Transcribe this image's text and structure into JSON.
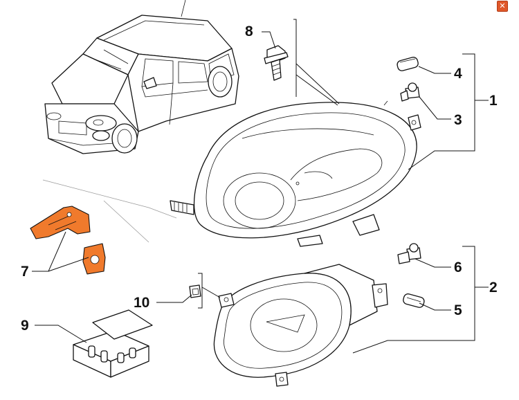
{
  "window": {
    "close_glyph": "✕",
    "close_color": "#e0582a"
  },
  "diagram": {
    "highlight_color": "#f07a2c",
    "callouts": [
      {
        "id": "1",
        "label": "1"
      },
      {
        "id": "2",
        "label": "2"
      },
      {
        "id": "3",
        "label": "3"
      },
      {
        "id": "4",
        "label": "4"
      },
      {
        "id": "5",
        "label": "5"
      },
      {
        "id": "6",
        "label": "6"
      },
      {
        "id": "7",
        "label": "7"
      },
      {
        "id": "8",
        "label": "8"
      },
      {
        "id": "9",
        "label": "9"
      },
      {
        "id": "10",
        "label": "10"
      }
    ]
  }
}
